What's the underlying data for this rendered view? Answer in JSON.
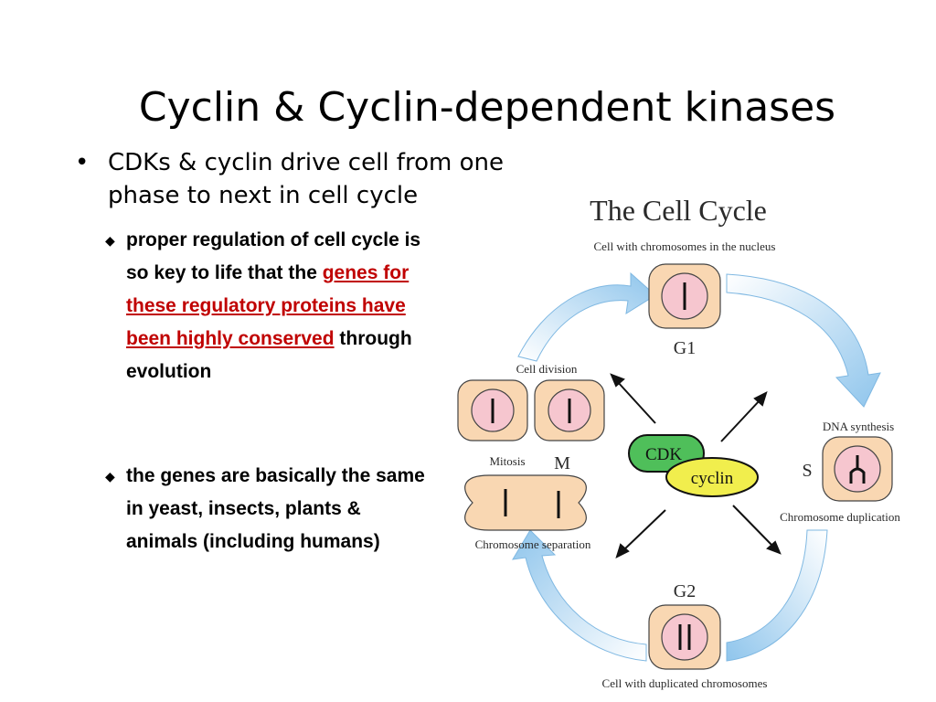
{
  "slide": {
    "title": "Cyclin & Cyclin-dependent kinases",
    "bullet": "CDKs & cyclin drive cell from one phase to next in cell cycle",
    "sub1": {
      "before": "proper regulation of cell cycle is so key to life that the ",
      "highlight": "genes for these regulatory proteins have been highly conserved",
      "after": " through evolution"
    },
    "sub2": "the genes are basically the same in yeast, insects, plants & animals (including humans)",
    "colors": {
      "highlight": "#c00000"
    }
  },
  "diagram": {
    "title": "The Cell Cycle",
    "labels": {
      "top": "Cell with chromosomes in the nucleus",
      "g1": "G1",
      "cell_division": "Cell division",
      "mitosis": "Mitosis",
      "m": "M",
      "chrom_sep": "Chromosome separation",
      "dna_synth": "DNA synthesis",
      "s": "S",
      "chrom_dup": "Chromosome duplication",
      "g2": "G2",
      "bottom": "Cell with duplicated chromosomes",
      "cdk": "CDK",
      "cyclin": "cyclin"
    },
    "colors": {
      "cell_fill": "#f9d7b2",
      "nucleus_fill": "#f6c6cf",
      "cdk_fill": "#4fbf5a",
      "cyclin_fill": "#f1ee4d",
      "arrow_fill": "#a9d3ef"
    }
  }
}
